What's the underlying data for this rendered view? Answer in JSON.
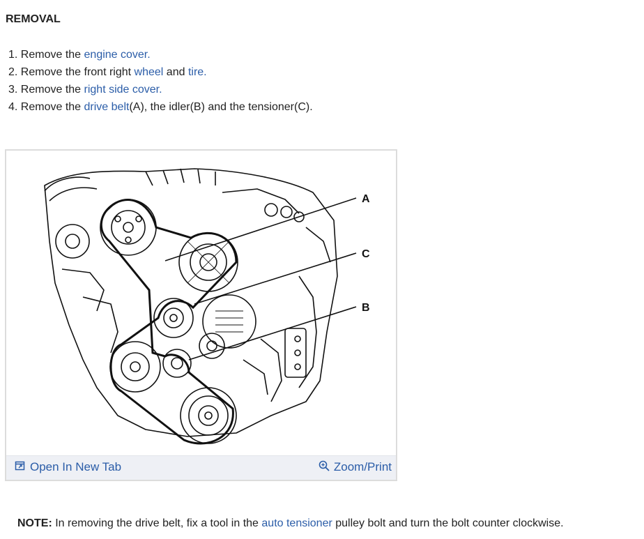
{
  "heading": "REMOVAL",
  "steps": [
    {
      "num": "1.",
      "pre": "Remove the ",
      "link": "engine cover.",
      "post": ""
    },
    {
      "num": "2.",
      "pre": "Remove the front right ",
      "link": "wheel",
      "mid": " and ",
      "link2": "tire."
    },
    {
      "num": "3.",
      "pre": "Remove the ",
      "link": "right side cover.",
      "post": ""
    },
    {
      "num": "4.",
      "pre": "Remove the ",
      "link": "drive belt",
      "post": "(A), the idler(B) and the tensioner(C)."
    }
  ],
  "figure": {
    "callouts": {
      "a": "A",
      "c": "C",
      "b": "B"
    },
    "open_tab_label": "Open In New Tab",
    "zoom_label": "Zoom/Print",
    "open_icon": "external-window-icon",
    "zoom_icon": "magnifier-plus-icon"
  },
  "note": {
    "label": "NOTE:",
    "pre": " In removing the drive belt, fix a tool in the ",
    "link": "auto tensioner",
    "post": " pulley bolt and turn the bolt counter clockwise."
  }
}
